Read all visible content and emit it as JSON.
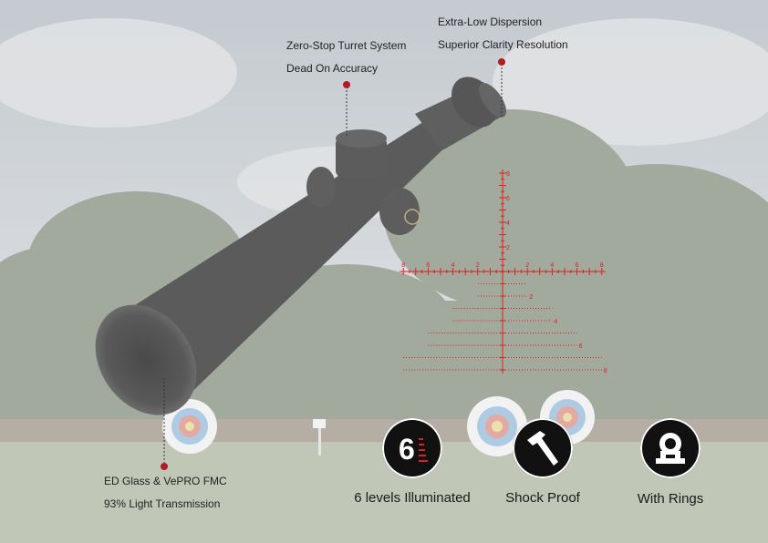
{
  "callouts": {
    "turret": [
      "Zero-Stop Turret System",
      "Dead On Accuracy"
    ],
    "eyepiece": [
      "Extra-Low Dispersion",
      "Superior Clarity Resolution"
    ],
    "objective": [
      "ED Glass & VePRO FMC",
      "93% Light Transmission"
    ]
  },
  "features": [
    {
      "label": "6 levels Illuminated",
      "icon": "illumination-levels-icon"
    },
    {
      "label": "Shock Proof",
      "icon": "hammer-icon"
    },
    {
      "label": "With Rings",
      "icon": "scope-ring-icon"
    }
  ],
  "reticle": {
    "color": "#e02020",
    "vertical_labels": [
      "8",
      "6",
      "4",
      "2"
    ],
    "horizontal_labels": [
      "8",
      "6",
      "4",
      "2",
      "2",
      "4",
      "6",
      "8"
    ],
    "holdover_labels": [
      "2",
      "4",
      "6",
      "8"
    ]
  },
  "colors": {
    "accent": "#b01c22",
    "badge": "#111111"
  }
}
